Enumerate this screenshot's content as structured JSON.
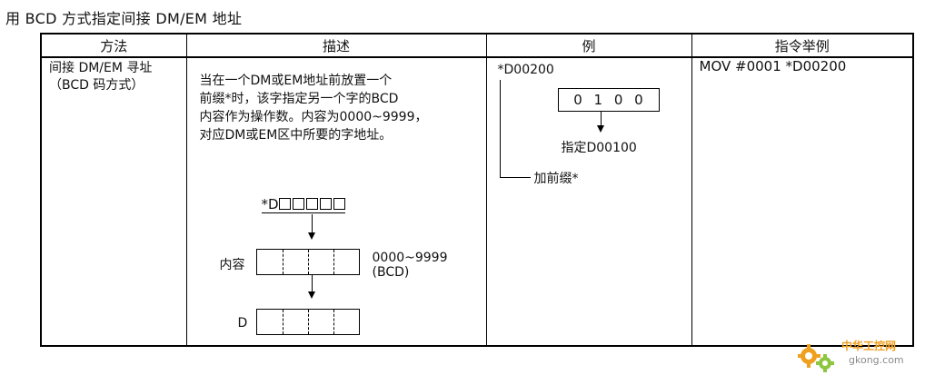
{
  "page_title": "用 BCD 方式指定间接 DM/EM 地址",
  "table": {
    "headers": [
      "方法",
      "描述",
      "例",
      "指令举例"
    ],
    "method": {
      "line1": "间接 DM/EM 寻址",
      "line2": "（BCD 码方式）"
    },
    "description": {
      "lines": [
        "当在一个DM或EM地址前放置一个",
        "前缀*时，该字指定另一个字的BCD",
        "内容作为操作数。内容为0000~9999，",
        "对应DM或EM区中所要的字地址。"
      ],
      "diagram": {
        "pointer_prefix": "*D",
        "content_label": "内容",
        "range_value": "0000~9999",
        "range_unit": "(BCD)",
        "target_label": "D"
      }
    },
    "example": {
      "address": "*D00200",
      "value": "0 1 0 0",
      "designates": "指定D00100",
      "prefix_note": "加前缀*"
    },
    "instruction": {
      "text": "MOV #0001 *D00200"
    }
  },
  "watermark": {
    "site_cn": "中华工控网",
    "site_url": "gkong.com"
  },
  "colors": {
    "border": "#000000",
    "watermark_orange": "#f0a020",
    "watermark_green": "#8dc63f"
  }
}
